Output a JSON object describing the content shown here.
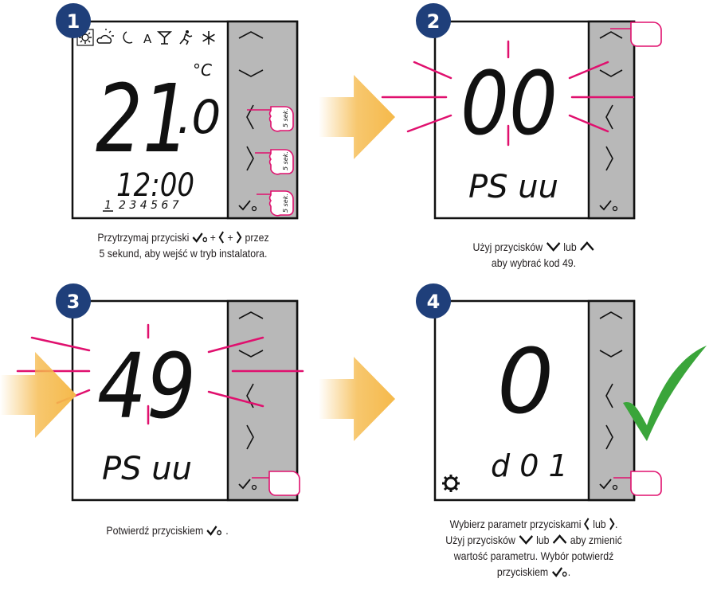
{
  "colors": {
    "badge": "#1f3f7a",
    "magenta": "#e0106e",
    "arrow": "#f5b94a",
    "check": "#3aa53a",
    "panel": "#b8b8b8"
  },
  "step1": {
    "badge": "1",
    "mode_icons": [
      "sun-icon",
      "cloud-sun-icon",
      "moon-icon",
      "A",
      "cocktail-icon",
      "runner-icon",
      "snowflake-icon"
    ],
    "mode_letter": "A",
    "temp_int": "21",
    "temp_frac": ".0",
    "unit": "°C",
    "time": "12:00",
    "day_first": "1",
    "days_rest": "2 3 4 5 6 7",
    "press_label": "5 sek.",
    "caption_line1": "Przytrzymaj przyciski",
    "caption_plus1": "+",
    "caption_plus2": "+",
    "caption_przez": "przez",
    "caption_line2": "5 sekund, aby wejść w tryb instalatora."
  },
  "step2": {
    "badge": "2",
    "code": "00",
    "label": "PS uu",
    "caption_line1a": "Użyj przycisków",
    "caption_line1b": "lub",
    "caption_line2": "aby wybrać kod 49."
  },
  "step3": {
    "badge": "3",
    "code": "49",
    "label": "PS uu",
    "caption": "Potwierdź przyciskiem"
  },
  "step4": {
    "badge": "4",
    "value": "0",
    "label": "d 0 1",
    "caption_l1a": "Wybierz parametr przyciskami",
    "caption_l1b": "lub",
    "caption_l2a": "Użyj przycisków",
    "caption_l2b": "lub",
    "caption_l2c": "aby zmienić",
    "caption_l3": "wartość parametru. Wybór potwierdź",
    "caption_l4": "przyciskiem"
  }
}
